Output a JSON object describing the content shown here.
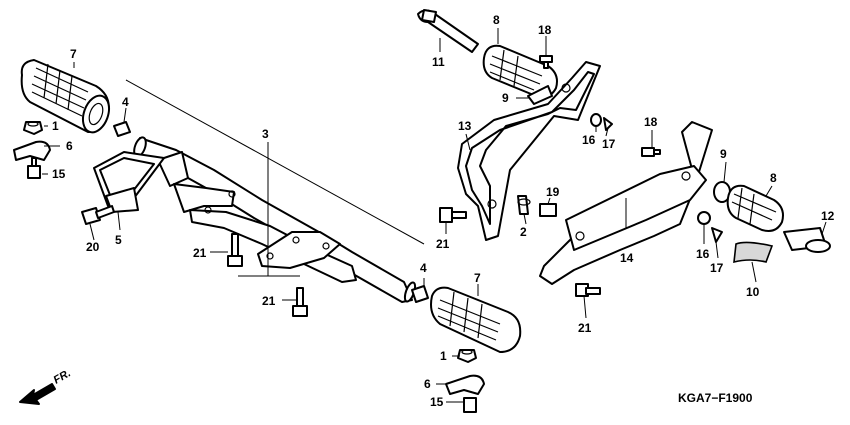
{
  "diagram": {
    "diagram_code": "KGA7−F1900",
    "direction_label": "FR.",
    "callouts": [
      {
        "id": "c7a",
        "label": "7"
      },
      {
        "id": "c4a",
        "label": "4"
      },
      {
        "id": "c1a",
        "label": "1"
      },
      {
        "id": "c6a",
        "label": "6"
      },
      {
        "id": "c15a",
        "label": "15"
      },
      {
        "id": "c3",
        "label": "3"
      },
      {
        "id": "c5",
        "label": "5"
      },
      {
        "id": "c20",
        "label": "20"
      },
      {
        "id": "c21a",
        "label": "21"
      },
      {
        "id": "c21b",
        "label": "21"
      },
      {
        "id": "c4b",
        "label": "4"
      },
      {
        "id": "c7b",
        "label": "7"
      },
      {
        "id": "c1b",
        "label": "1"
      },
      {
        "id": "c6b",
        "label": "6"
      },
      {
        "id": "c15b",
        "label": "15"
      },
      {
        "id": "c11",
        "label": "11"
      },
      {
        "id": "c8a",
        "label": "8"
      },
      {
        "id": "c18a",
        "label": "18"
      },
      {
        "id": "c9a",
        "label": "9"
      },
      {
        "id": "c13",
        "label": "13"
      },
      {
        "id": "c16a",
        "label": "16"
      },
      {
        "id": "c17a",
        "label": "17"
      },
      {
        "id": "c19",
        "label": "19"
      },
      {
        "id": "c2",
        "label": "2"
      },
      {
        "id": "c21c",
        "label": "21"
      },
      {
        "id": "c18b",
        "label": "18"
      },
      {
        "id": "c9b",
        "label": "9"
      },
      {
        "id": "c8b",
        "label": "8"
      },
      {
        "id": "c12",
        "label": "12"
      },
      {
        "id": "c14",
        "label": "14"
      },
      {
        "id": "c16b",
        "label": "16"
      },
      {
        "id": "c17b",
        "label": "17"
      },
      {
        "id": "c10",
        "label": "10"
      },
      {
        "id": "c21d",
        "label": "21"
      }
    ]
  }
}
